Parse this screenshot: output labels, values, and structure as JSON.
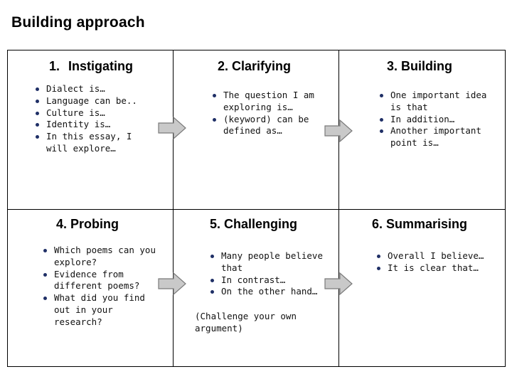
{
  "title": "Building approach",
  "cells": [
    {
      "number": "1.",
      "heading": "Instigating",
      "items": [
        "Dialect is…",
        "Language can be..",
        "Culture is…",
        "Identity is…",
        "In this essay, I will explore…"
      ]
    },
    {
      "number": "",
      "heading": "2. Clarifying",
      "items": [
        "The question I am exploring is…",
        "(keyword) can be defined as…"
      ]
    },
    {
      "number": "",
      "heading": "3. Building",
      "items": [
        "One important idea is that",
        "In addition…",
        "Another important point is…"
      ]
    },
    {
      "number": "",
      "heading": "4. Probing",
      "items": [
        "Which poems can you explore?",
        "Evidence from different poems?",
        "What did you find out in your research?"
      ]
    },
    {
      "number": "",
      "heading": "5. Challenging",
      "items": [
        "Many people believe that",
        "In contrast…",
        "On the other hand…"
      ],
      "note": "(Challenge your own argument)"
    },
    {
      "number": "",
      "heading": "6. Summarising",
      "items": [
        "Overall I believe…",
        "It is clear that…"
      ]
    }
  ],
  "colors": {
    "bullet": "#1f2f66",
    "arrow_fill": "#c9c9c9",
    "arrow_stroke": "#7a7a7a",
    "border": "#000000"
  }
}
